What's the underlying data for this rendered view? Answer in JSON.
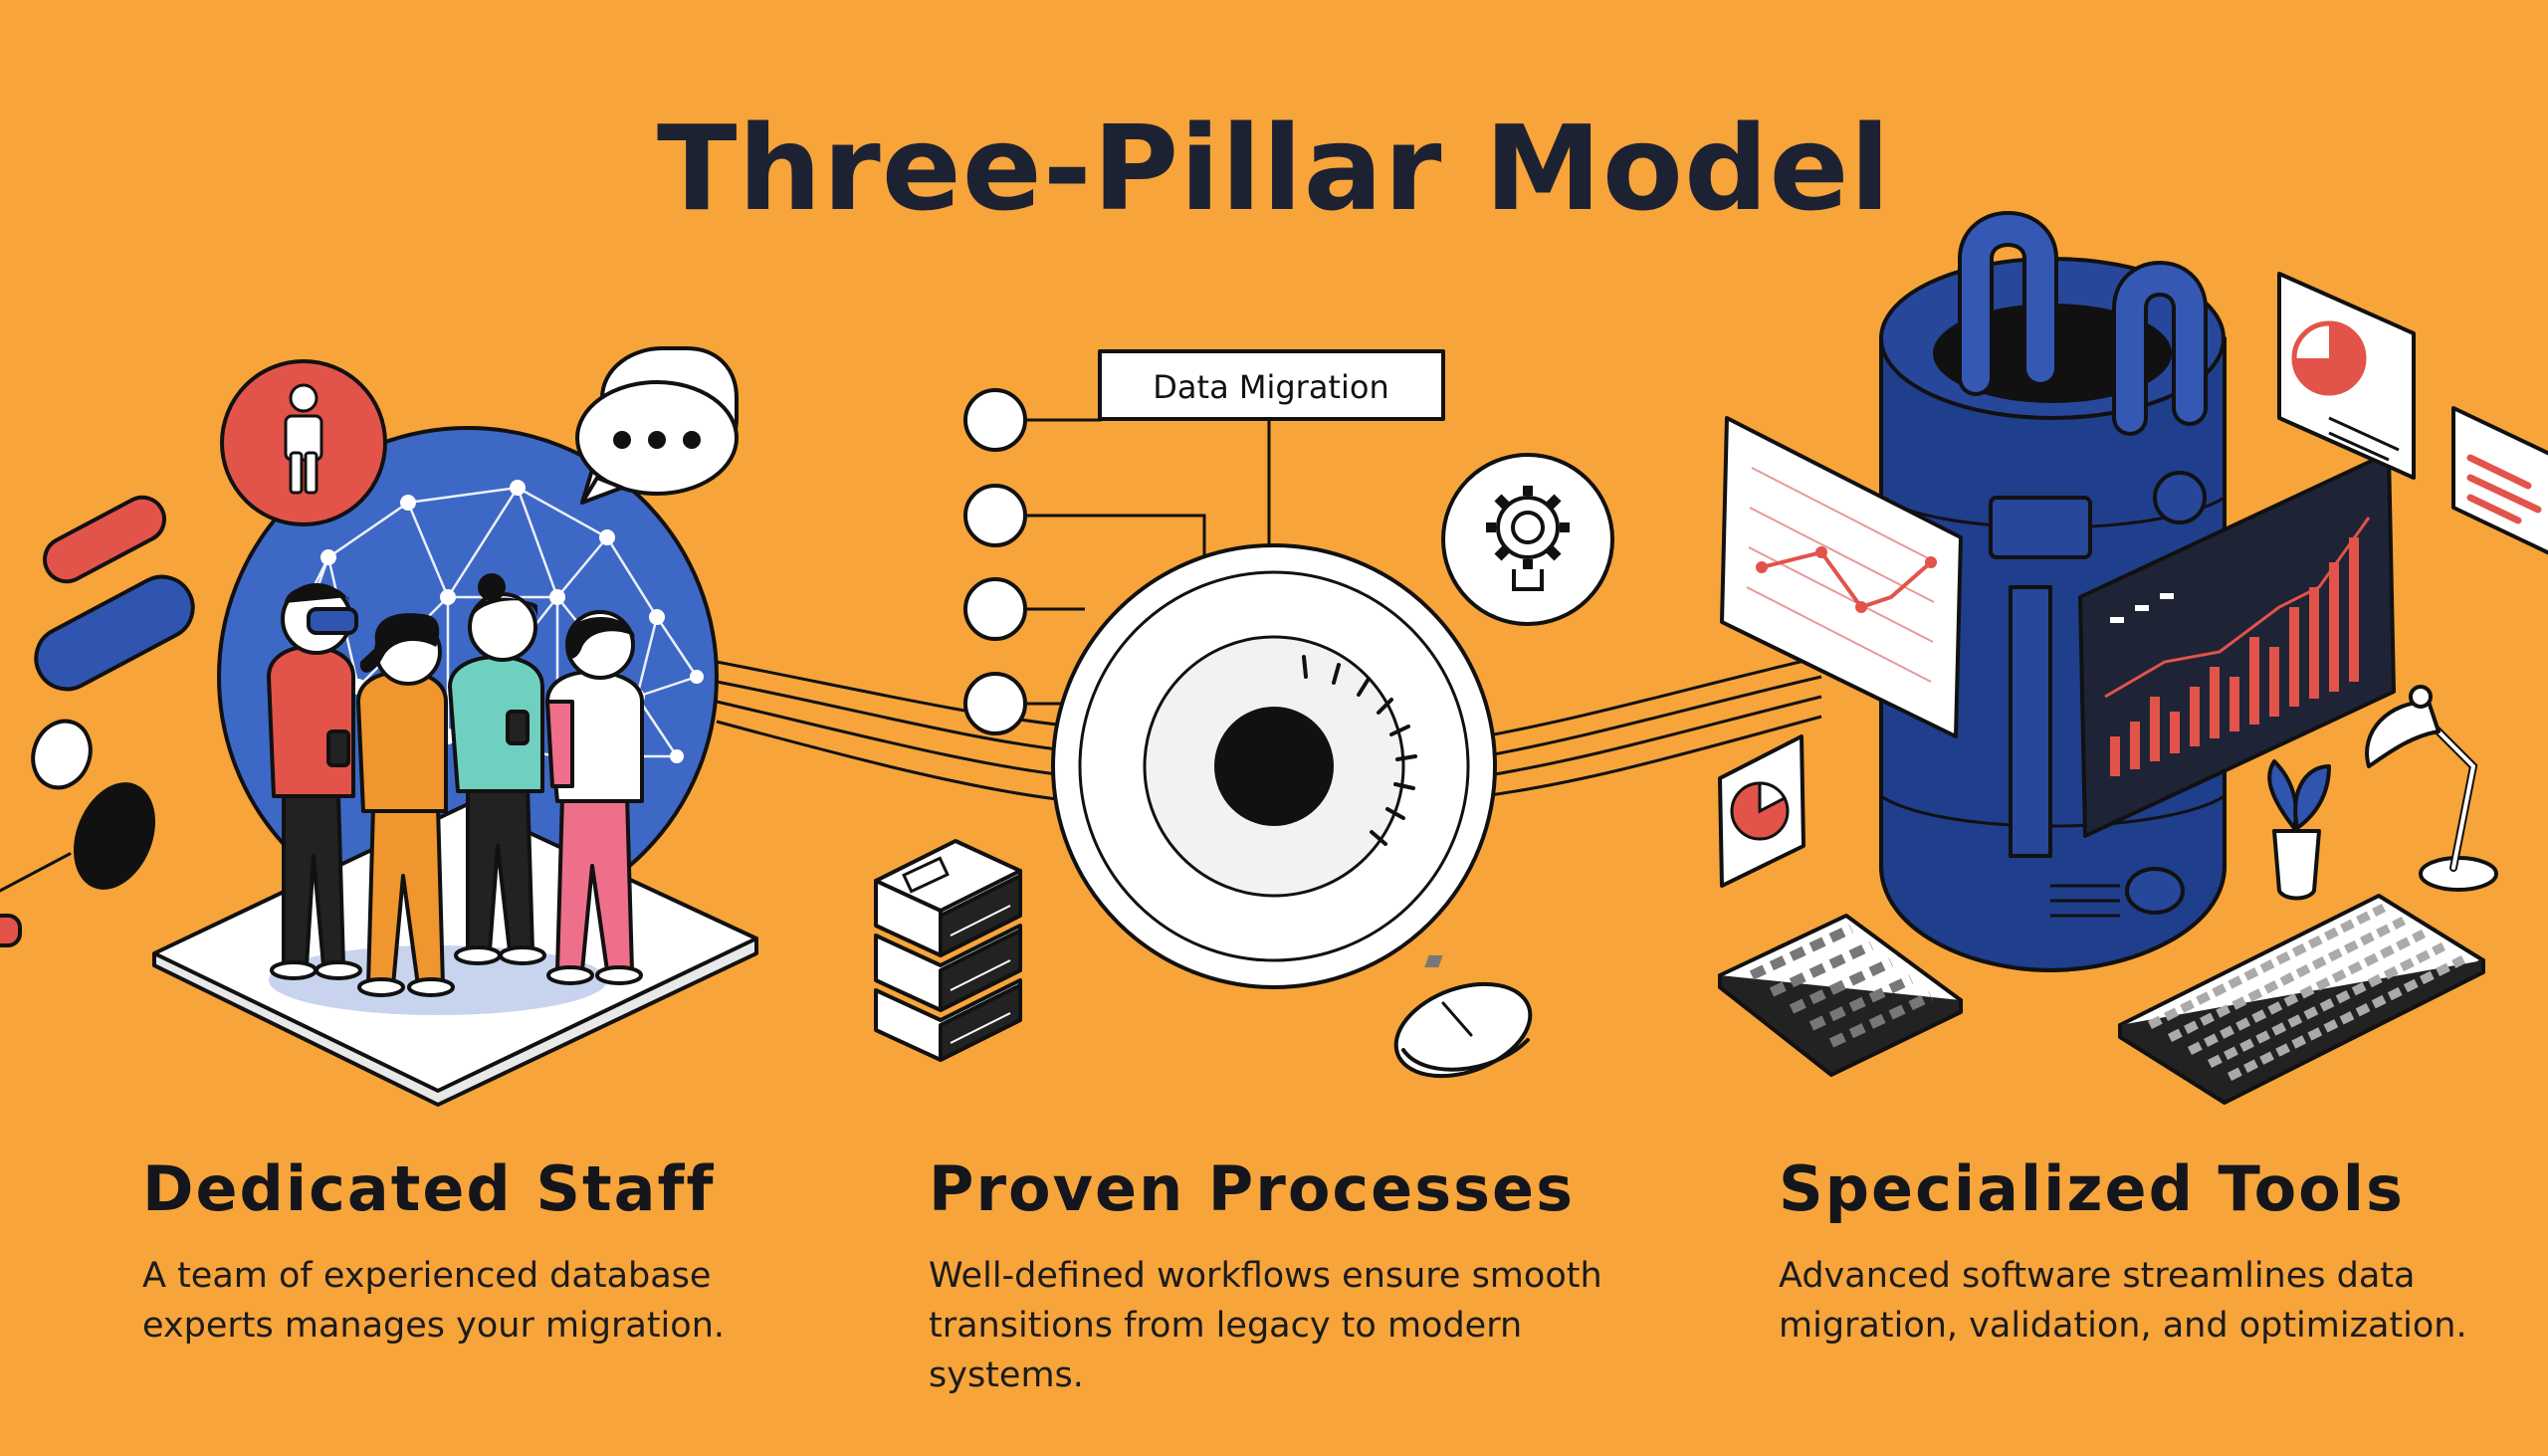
{
  "title": "Three-Pillar Model",
  "diagram_label": "Data Migration",
  "colors": {
    "background": "#F7A43A",
    "navy": "#1F3E8C",
    "blue": "#3E68C6",
    "red": "#E2534A",
    "ink": "#1D2233"
  },
  "icons": [
    "person-icon",
    "speech-bubble-icon",
    "gear-icon",
    "pie-chart-icon",
    "line-chart-icon",
    "bar-chart-icon",
    "server-rack-icon",
    "mouse-icon",
    "keyboard-icon",
    "desk-lamp-icon",
    "plant-icon"
  ],
  "pillars": [
    {
      "heading": "Dedicated Staff",
      "line1": "A team of experienced database",
      "line2": "experts manages your migration."
    },
    {
      "heading": "Proven Processes",
      "line1": "Well-defined workflows ensure smooth",
      "line2": "transitions from legacy to modern systems."
    },
    {
      "heading": "Specialized Tools",
      "line1": "Advanced software streamlines data",
      "line2": "migration, validation, and optimization."
    }
  ]
}
